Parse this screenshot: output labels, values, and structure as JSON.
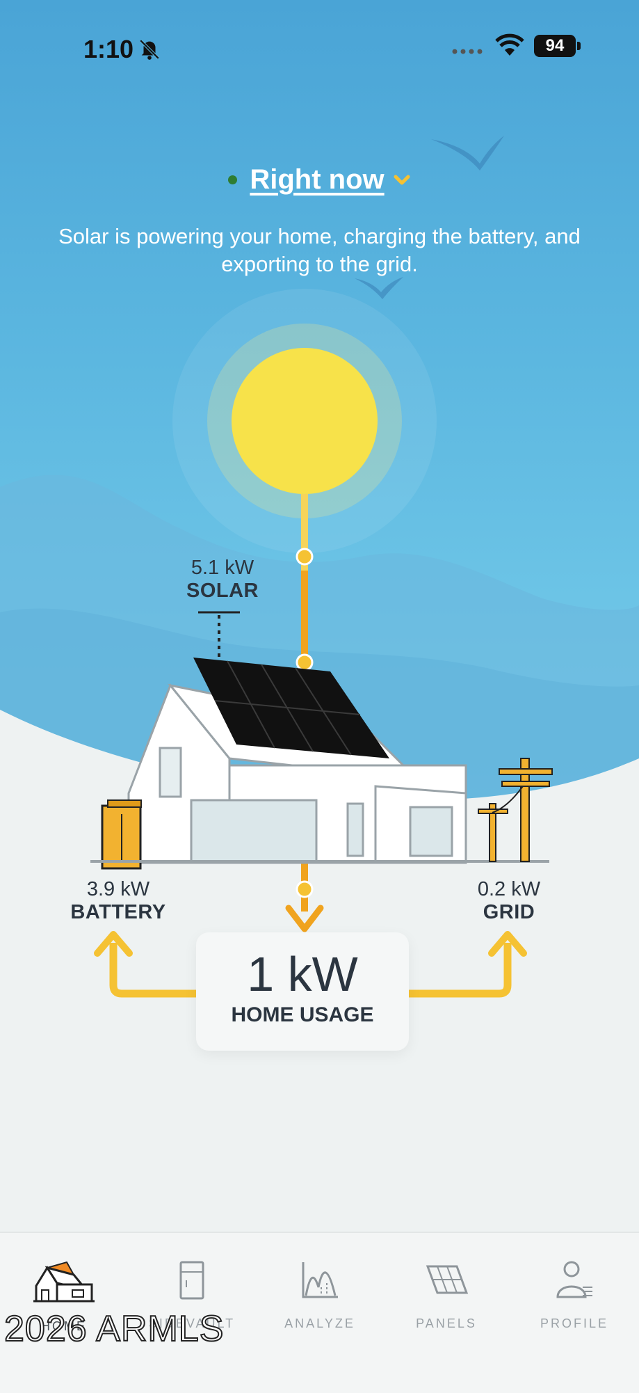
{
  "status_bar": {
    "time": "1:10",
    "battery_level": "94"
  },
  "header": {
    "range_label": "Right now",
    "live_color": "#2e7d32"
  },
  "summary": "Solar is powering your home, charging the battery, and exporting to the grid.",
  "solar": {
    "value": "5.1 kW",
    "label": "SOLAR"
  },
  "battery": {
    "value": "3.9 kW",
    "label": "BATTERY"
  },
  "grid": {
    "value": "0.2 kW",
    "label": "GRID"
  },
  "home": {
    "value": "1 kW",
    "label": "HOME USAGE"
  },
  "colors": {
    "flow_orange": "#f0a31e",
    "flow_yellow": "#f5c233",
    "sun": "#f7e24a",
    "text_dark": "#2b3540"
  },
  "tabs": [
    {
      "label": "HOME",
      "icon": "house-icon",
      "active": true
    },
    {
      "label": "SIDEVAULT",
      "icon": "battery-vault-icon",
      "active": false
    },
    {
      "label": "ANALYZE",
      "icon": "analyze-chart-icon",
      "active": false
    },
    {
      "label": "PANELS",
      "icon": "solar-panel-icon",
      "active": false
    },
    {
      "label": "PROFILE",
      "icon": "profile-icon",
      "active": false
    }
  ],
  "watermark": "2026 ARMLS"
}
